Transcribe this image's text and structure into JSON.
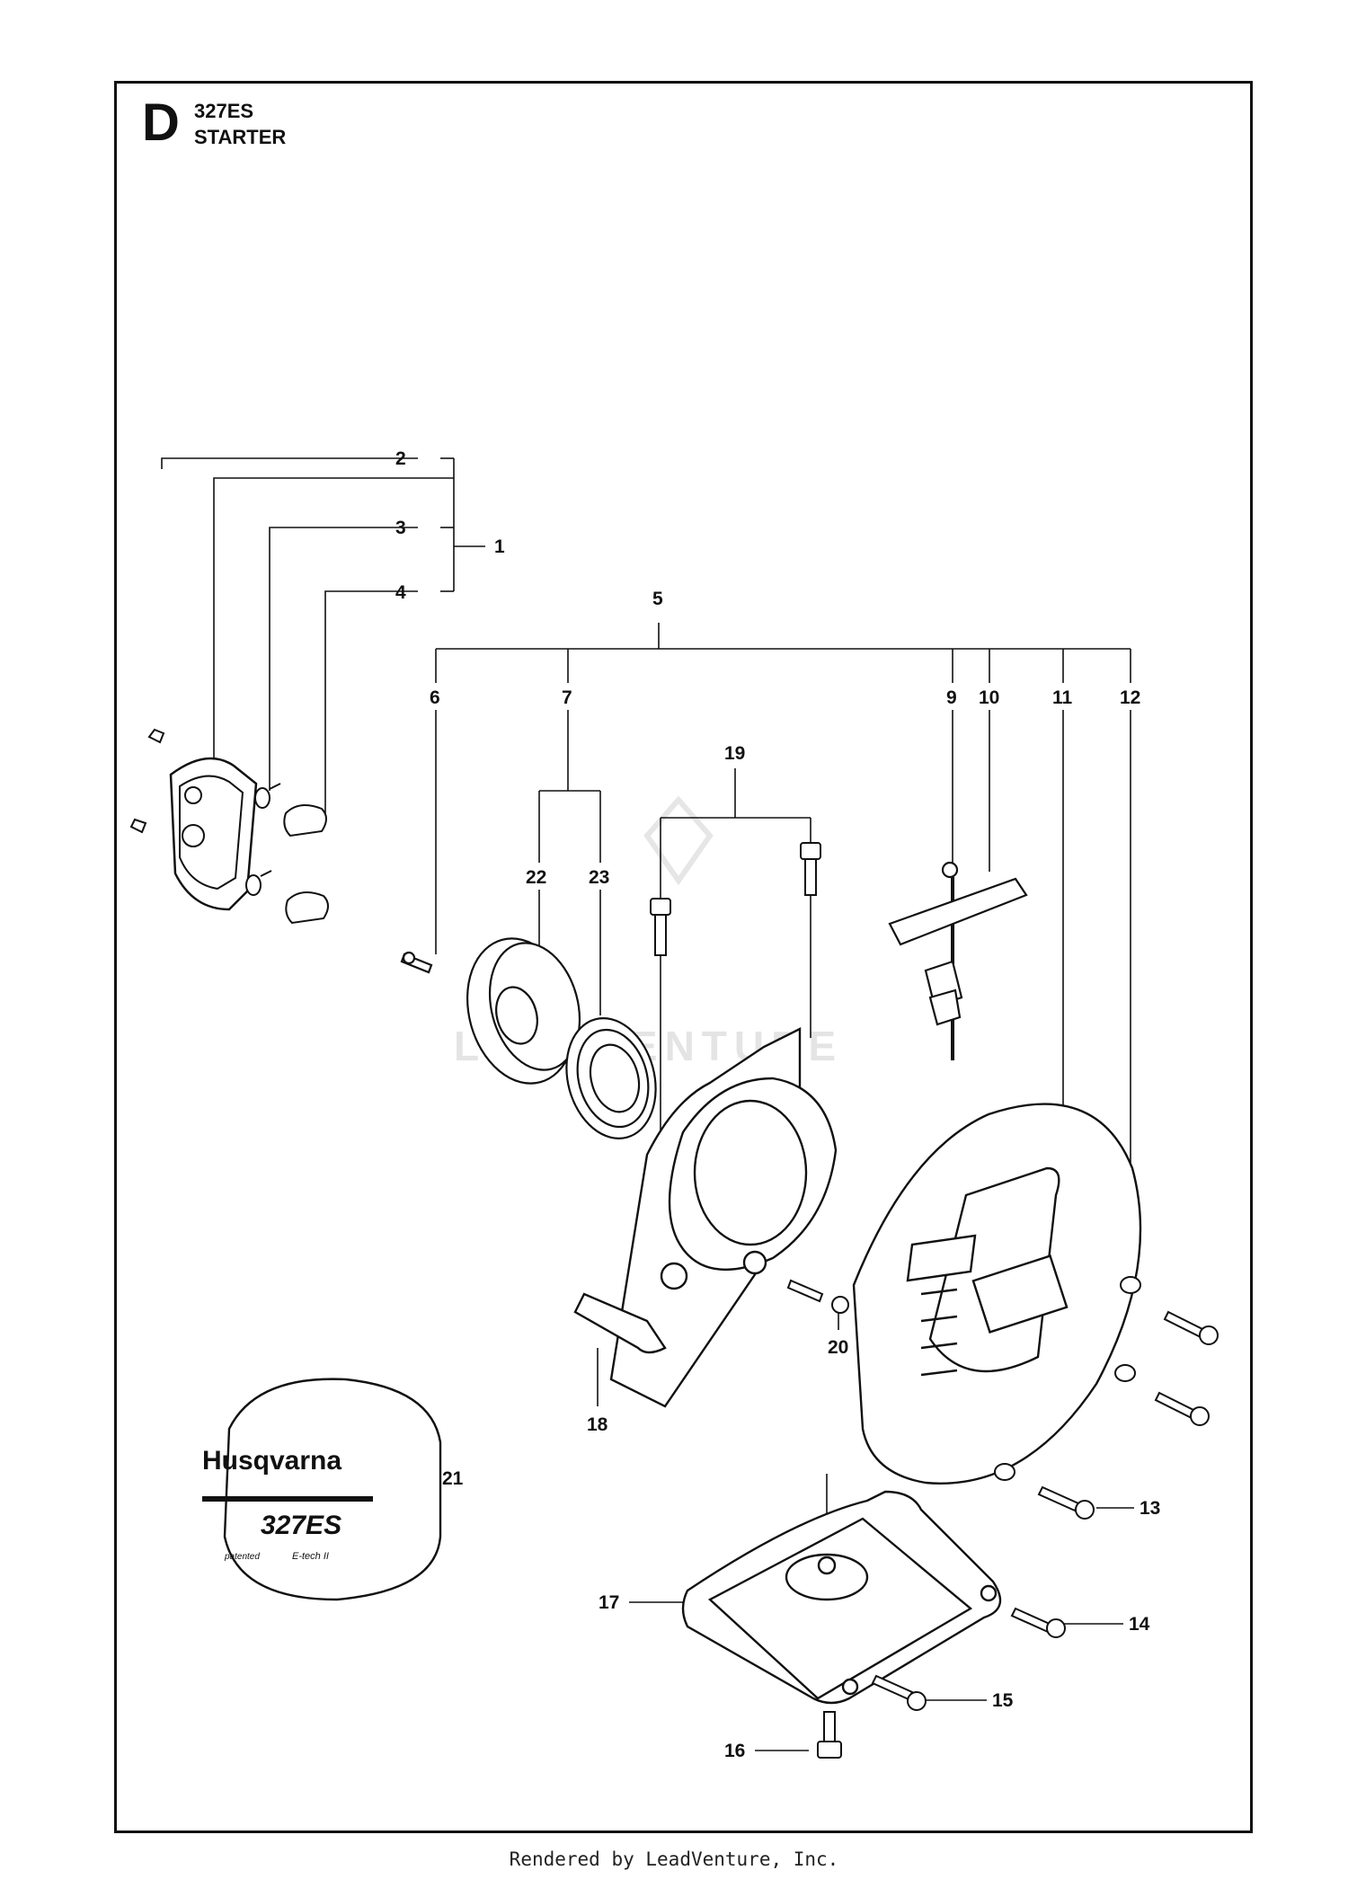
{
  "header": {
    "section_letter": "D",
    "model": "327ES",
    "title": "STARTER"
  },
  "callouts": [
    "1",
    "2",
    "3",
    "4",
    "5",
    "6",
    "7",
    "9",
    "10",
    "11",
    "12",
    "13",
    "14",
    "15",
    "16",
    "17",
    "18",
    "19",
    "20",
    "21",
    "22",
    "23"
  ],
  "decal": {
    "brand": "Husqvarna",
    "model": "327ES",
    "left_text": "patented",
    "right_text": "E-tech II"
  },
  "watermark": "LEADVENTURE",
  "footer": "Rendered by LeadVenture, Inc."
}
